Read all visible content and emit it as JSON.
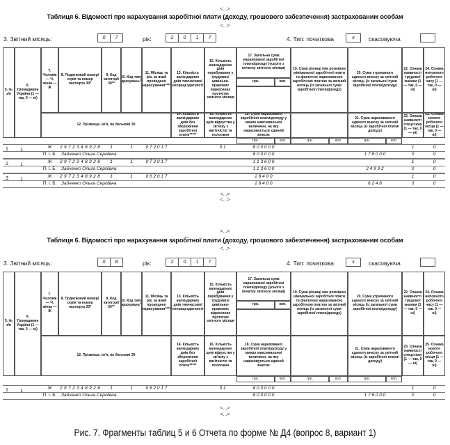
{
  "common": {
    "dots": "<...>",
    "meta_labels": {
      "month": "3. Звітний місяць:",
      "year": "рік:",
      "type": "4. Тип: початкова",
      "cancel": "скасовуюча"
    },
    "headers": {
      "c5": "5. № з/п",
      "c6": "6. Громадянин України (1 — так, 0 — ні)",
      "c7": "7. Чоловік — Ч, жінка — Ж",
      "c8": "8. Податковий номер/серія та номер паспорта 30*",
      "c9": "9. Код категорії 30**",
      "c10": "10. Код типу нарахувань***",
      "c11": "11. Місяць та рік, за який проведено нарахування****",
      "c13": "13. Кількість календарних днів тимчасової непрацездатності",
      "c15": "15. Кількість календарних днів перебування у трудових/цивільно-правових відносинах протягом звітного місяця",
      "c17": "17. Загальна сума нарахованої заробітної плати/доходу (усього з початку звітного місяця)",
      "c19": "19. Сума різниці між розміром мінімальної заробітної плати та фактично нарахованою заробітною платою за звітний місяць (із загальної суми заробітної плати/доходу)",
      "c20": "20. Сума утриманого єдиного внеску за звітний місяць (із загальної суми заробітної плати/доходу)",
      "c22": "22. Ознака наявності трудової книжки (1 — так, 0 — ні)",
      "c24": "24. Ознака неповного робочого часу (1 — так, 0 — ні)",
      "c12": "12. Прізвище, ім'я, по батькові 30",
      "c14": "14. Кількість календарних днів без збереження заробітної плати*****",
      "c16": "16. Кількість календарних днів відпустки у зв'язку з вагітністю та пологами",
      "c18": "18. Сума нарахованої заробітної плати/доходу у межах максимальної величини, на яку нараховується єдиний внесок",
      "c21": "21. Сума нарахованого єдиного внеску за звітний місяць (із заробітної плати/доходу)",
      "c23": "23. Ознака наявності спецстажу (1 — так, 0 — ні)",
      "c25": "25. Ознака нового робочого місця (1 — так, 0 — ні)",
      "grn": "грн.",
      "kop": "коп."
    }
  },
  "tables": [
    {
      "title": "Таблиця 6. Відомості про нарахування заробітної плати (доходу, грошового забезпечення) застрахованим особам",
      "month": [
        "0",
        "7"
      ],
      "year": [
        "2",
        "0",
        "1",
        "7"
      ],
      "type_mark": "x",
      "records": [
        {
          "n": "1",
          "citizen": "1",
          "row1": {
            "sex": "Ж",
            "tax_id": "2 9 7 2 3 4 8 9 2 8",
            "cat": "1",
            "type": "1",
            "month": "0 7 2 0 1 7",
            "days15": "3 1",
            "sum17": "8 0 0 0 0 0",
            "sum20": "",
            "c22": "1",
            "c24": "0"
          },
          "row2": {
            "label": "П. І. Б.",
            "name": "Зайченко Ольга Сергіївна",
            "sum18": "8 0 0 0 0 0",
            "sum21": "1 7 6 0 0 0",
            "c23": "0",
            "c25": "0"
          }
        },
        {
          "n": "2",
          "citizen": "1",
          "row1": {
            "sex": "Ж",
            "tax_id": "2 9 7 2 3 4 8 9 2 8",
            "cat": "1",
            "type": "1",
            "month": "0 7 2 0 1 7",
            "days15": "",
            "sum17": "1 1 3 6 0 0",
            "sum20": "",
            "c22": "1",
            "c24": "0"
          },
          "row2": {
            "label": "П. І. Б.",
            "name": "Зайченко Ольга Сергіївна",
            "sum18": "1 1 3 6 0 0",
            "sum21": "2 4 9 9 2",
            "c23": "0",
            "c25": "0"
          }
        },
        {
          "n": "3",
          "citizen": "1",
          "row1": {
            "sex": "Ж",
            "tax_id": "2 9 7 2 3 4 8 9 2 8",
            "cat": "1",
            "type": "1",
            "month": "0 6 2 0 1 7",
            "days15": "",
            "sum17": "2 8 4 0 0",
            "sum20": "",
            "c22": "1",
            "c24": "0"
          },
          "row2": {
            "label": "П. І. Б.",
            "name": "Зайченко Ольга Сергіївна",
            "sum18": "2 8 4 0 0",
            "sum21": "6 2 4 8",
            "c23": "0",
            "c25": "0"
          }
        }
      ]
    },
    {
      "title": "Таблиця 6. Відомості про нарахування заробітної плати (доходу, грошового забезпечення) застрахованим особам",
      "month": [
        "0",
        "8"
      ],
      "year": [
        "2",
        "0",
        "1",
        "7"
      ],
      "type_mark": "x",
      "records": [
        {
          "n": "1",
          "citizen": "1",
          "row1": {
            "sex": "Ж",
            "tax_id": "2 9 7 2 3 4 8 9 2 8",
            "cat": "1",
            "type": "1",
            "month": "0 8 2 0 1 7",
            "days15": "3 1",
            "sum17": "8 0 0 0 0 0",
            "sum20": "",
            "c22": "1",
            "c24": "0"
          },
          "row2": {
            "label": "П. І. Б.",
            "name": "Зайченко Ольга Сергіївна",
            "sum18": "8 0 0 0 0 0",
            "sum21": "1 7 6 0 0 0",
            "c23": "0",
            "c25": "0"
          }
        }
      ]
    }
  ],
  "caption": "Рис. 7. Фрагменты таблиц 5 и 6 Отчета по форме № Д4 (вопрос 8, вариант 1)"
}
